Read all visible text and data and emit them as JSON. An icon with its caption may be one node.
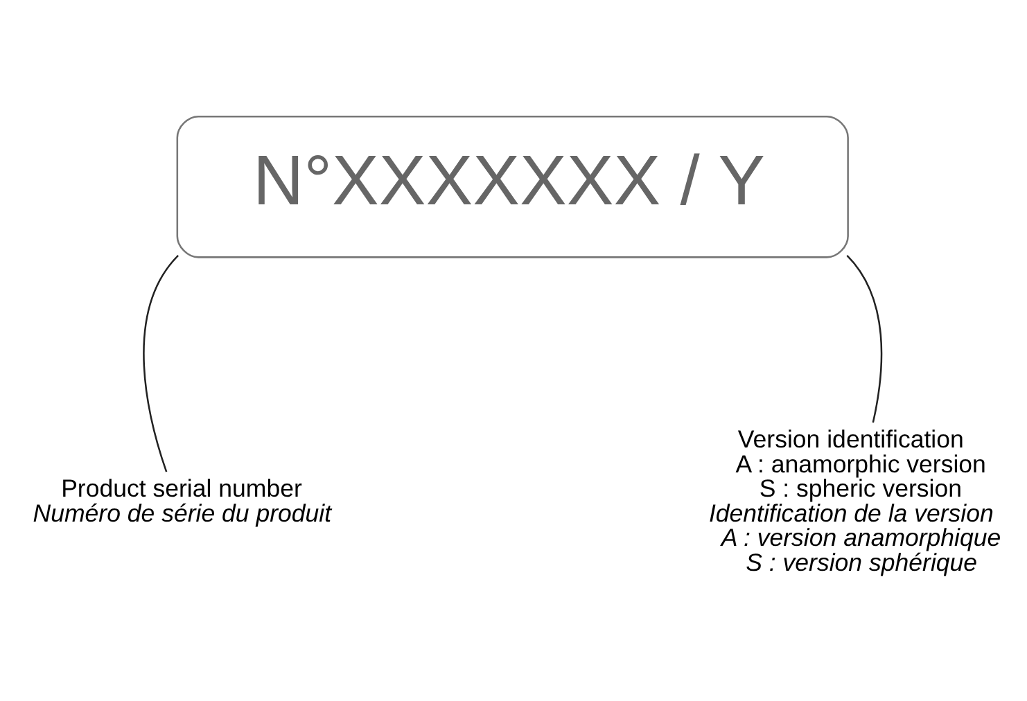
{
  "diagram": {
    "nodes": [
      {
        "text": [
          "N°XXXXXXX / Y"
        ]
      },
      {
        "text": [
          "Product serial number",
          "Numéro de série du produit"
        ]
      },
      {
        "text": [
          "Version identification",
          "A : anamorphic version",
          "S : spheric version",
          "Identification de la version",
          "A : version anamorphique",
          "S : version sphérique"
        ]
      }
    ],
    "edges": [
      {
        "from": 1,
        "to": 0,
        "arrow": "none"
      },
      {
        "from": 2,
        "to": 0,
        "arrow": "none"
      }
    ]
  }
}
